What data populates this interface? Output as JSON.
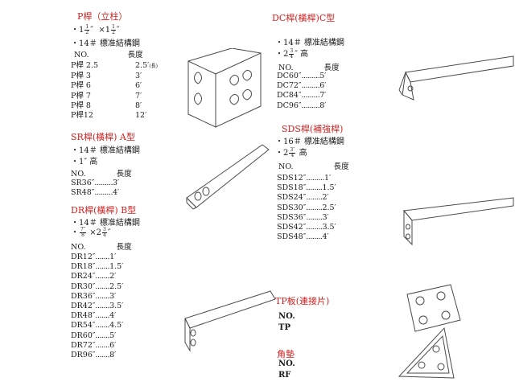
{
  "p_section": {
    "title": "P桿（立柱）",
    "spec1_whole_a": "1",
    "spec1_frac_a": [
      "1",
      "2"
    ],
    "spec1_unit_a": "″",
    "spec1_x": "×",
    "spec1_whole_b": "1",
    "spec1_frac_b": [
      "1",
      "2"
    ],
    "spec1_unit_b": "″",
    "spec2": "14＃ 標准結構鋼",
    "col_no": "NO.",
    "col_len": "長度",
    "rows": [
      {
        "code": "P桿 2.5",
        "dots": "........",
        "len": "2.5′",
        "note": "(長)"
      },
      {
        "code": "P桿 3",
        "dots": "........",
        "len": "3′"
      },
      {
        "code": "P桿 6",
        "dots": "........",
        "len": "6′"
      },
      {
        "code": "P桿 7",
        "dots": "........",
        "len": "7′"
      },
      {
        "code": "P桿 8",
        "dots": "........",
        "len": "8′"
      },
      {
        "code": "P桿12",
        "dots": "........",
        "len": "12′"
      }
    ]
  },
  "sr_section": {
    "title": "SR桿(橫桿) A型",
    "spec1": "14＃ 標准結構鋼",
    "spec2": "1″ 高",
    "col_no": "NO.",
    "col_len": "長度",
    "rows": [
      {
        "code": "SR36″",
        "dots": ".........",
        "len": "3′"
      },
      {
        "code": "SR48″",
        "dots": ".........",
        "len": "4′"
      }
    ]
  },
  "dr_section": {
    "title": "DR桿(橫桿) B型",
    "spec1": "14＃ 標准結構鋼",
    "spec2_frac_a": [
      "7″",
      "8"
    ],
    "spec2_x": "×",
    "spec2_whole_b": "2",
    "spec2_frac_b": [
      "3",
      "4"
    ],
    "spec2_unit_b": "″",
    "col_no": "NO.",
    "col_len": "長度",
    "rows": [
      {
        "code": "DR12″",
        "dots": ".......",
        "len": "1′"
      },
      {
        "code": "DR18″",
        "dots": ".......",
        "len": "1.5′"
      },
      {
        "code": "DR24″",
        "dots": ".......",
        "len": "2′"
      },
      {
        "code": "DR30″",
        "dots": ".......",
        "len": "2.5′"
      },
      {
        "code": "DR36″",
        "dots": ".......",
        "len": "3′"
      },
      {
        "code": "DR42″",
        "dots": ".......",
        "len": "3.5′"
      },
      {
        "code": "DR48″",
        "dots": ".......",
        "len": "4′"
      },
      {
        "code": "DR54″",
        "dots": ".......",
        "len": "4.5′"
      },
      {
        "code": "DR60″",
        "dots": ".......",
        "len": "5′"
      },
      {
        "code": "DR72″",
        "dots": ".......",
        "len": "6′"
      },
      {
        "code": "DR96″",
        "dots": ".......",
        "len": "8′"
      }
    ]
  },
  "dc_section": {
    "title": "DC桿(橫桿)C型",
    "spec1": "14＃ 標准結構鋼",
    "spec2_whole": "2",
    "spec2_frac": [
      "3",
      "4"
    ],
    "spec2_unit": "″ 高",
    "col_no": "NO.",
    "col_len": "長度",
    "rows": [
      {
        "code": "DC60″",
        "dots": ".........",
        "len": "5′"
      },
      {
        "code": "DC72″",
        "dots": ".........",
        "len": "6′"
      },
      {
        "code": "DC84″",
        "dots": ".........",
        "len": "7′"
      },
      {
        "code": "DC96″",
        "dots": ".........",
        "len": "8′"
      }
    ]
  },
  "sds_section": {
    "title": "SDS桿(補強桿)",
    "spec1": "16＃ 標准結構鋼",
    "spec2_whole": "2",
    "spec2_frac": [
      "3″",
      "4"
    ],
    "spec2_unit": " 高",
    "col_no": "NO.",
    "col_len": "長度",
    "rows": [
      {
        "code": "SDS12″",
        "dots": ".........",
        "len": "1′"
      },
      {
        "code": "SDS18″",
        "dots": "........",
        "len": "1.5′"
      },
      {
        "code": "SDS24″",
        "dots": "........",
        "len": "2′"
      },
      {
        "code": "SDS30″",
        "dots": "........",
        "len": "2.5′"
      },
      {
        "code": "SDS36″",
        "dots": "........",
        "len": "3′"
      },
      {
        "code": "SDS42″",
        "dots": "........",
        "len": "3.5′"
      },
      {
        "code": "SDS48″",
        "dots": "........",
        "len": "4′"
      }
    ]
  },
  "tp_section": {
    "title": "TP板(連接片)",
    "no_label": "NO.",
    "code": "TP"
  },
  "rf_section": {
    "title": "角墊",
    "no_label": "NO.",
    "code": "RF"
  },
  "colors": {
    "heading": "#d42020",
    "text": "#1a1a1a",
    "line_art": "#4a4a4a"
  }
}
